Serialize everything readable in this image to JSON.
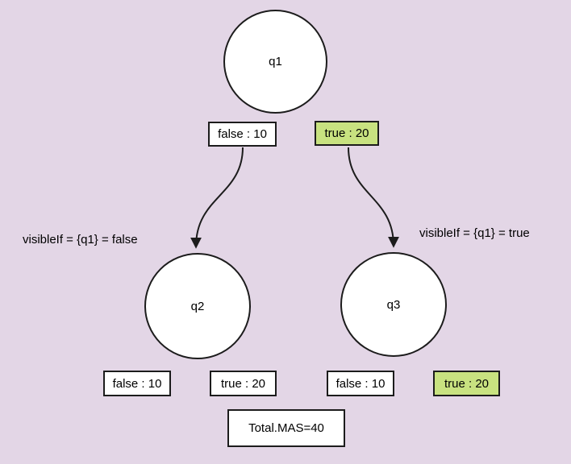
{
  "colors": {
    "canvas_bg": "#e3d6e6",
    "shape_fill": "#ffffff",
    "highlight_fill": "#c8e280",
    "stroke": "#1c1c1c",
    "text": "#000000"
  },
  "nodes": {
    "q1": {
      "label": "q1"
    },
    "q2": {
      "label": "q2"
    },
    "q3": {
      "label": "q3"
    }
  },
  "value_boxes": {
    "q1_false": {
      "label": "false : 10",
      "highlighted": false
    },
    "q1_true": {
      "label": "true : 20",
      "highlighted": true
    },
    "q2_false": {
      "label": "false : 10",
      "highlighted": false
    },
    "q2_true": {
      "label": "true : 20",
      "highlighted": false
    },
    "q3_false": {
      "label": "false : 10",
      "highlighted": false
    },
    "q3_true": {
      "label": "true : 20",
      "highlighted": true
    }
  },
  "annotations": {
    "left": "visibleIf = {q1} = false",
    "right": "visibleIf = {q1} = true"
  },
  "total": {
    "label": "Total.MAS=40"
  }
}
